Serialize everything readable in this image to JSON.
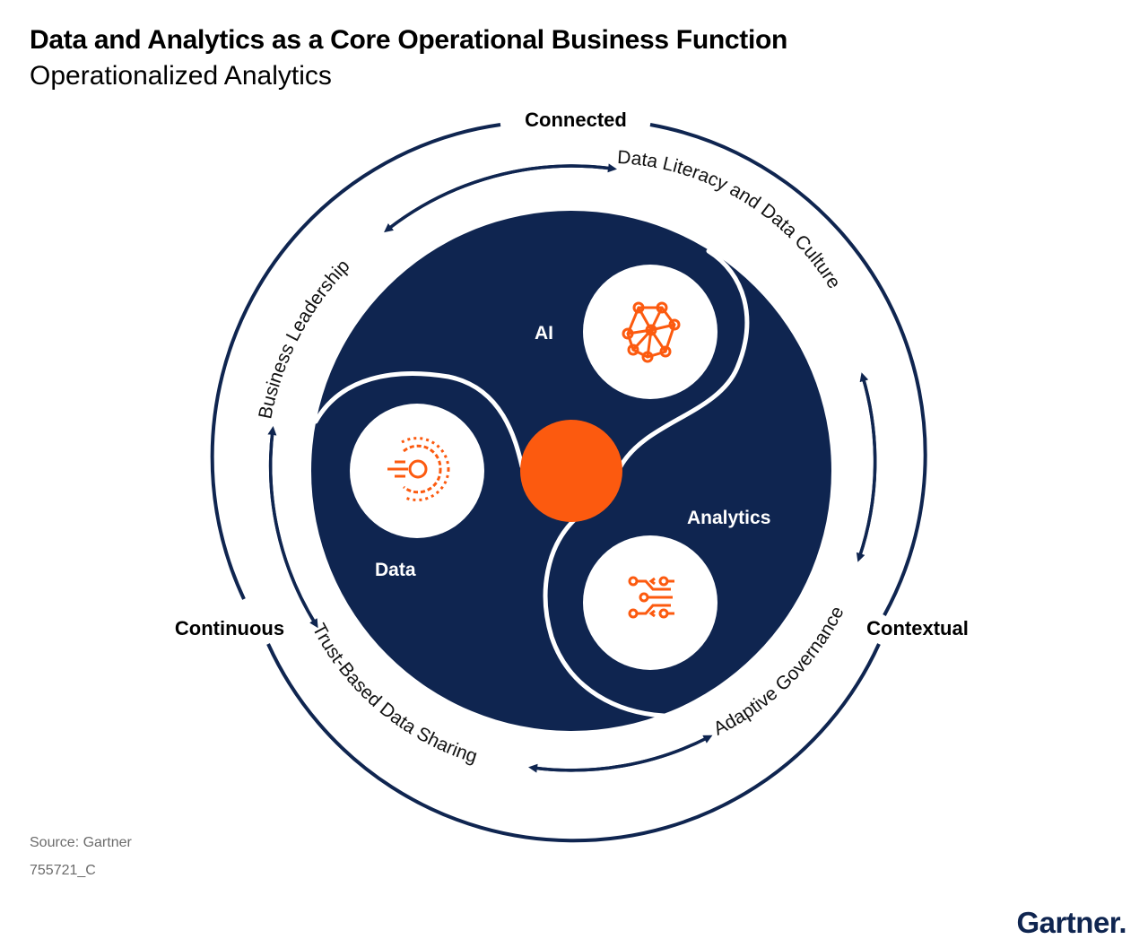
{
  "title": "Data and Analytics as a Core Operational Business Function",
  "subtitle": "Operationalized Analytics",
  "outer_labels": {
    "top": "Connected",
    "left": "Continuous",
    "right": "Contextual"
  },
  "arc_labels": {
    "top_right": "Data Literacy and Data Culture",
    "top_left": "Business Leadership",
    "bottom_left": "Trust-Based Data Sharing",
    "bottom_right": "Adaptive Governance"
  },
  "segments": {
    "ai": "AI",
    "data": "Data",
    "analytics": "Analytics"
  },
  "icons": {
    "ai": "neural-network-icon",
    "data": "data-target-icon",
    "analytics": "flow-arrows-icon"
  },
  "colors": {
    "navy": "#0f2550",
    "orange": "#fc5a0f"
  },
  "footer": {
    "source": "Source: Gartner",
    "code": "755721_C"
  },
  "brand": "Gartner"
}
